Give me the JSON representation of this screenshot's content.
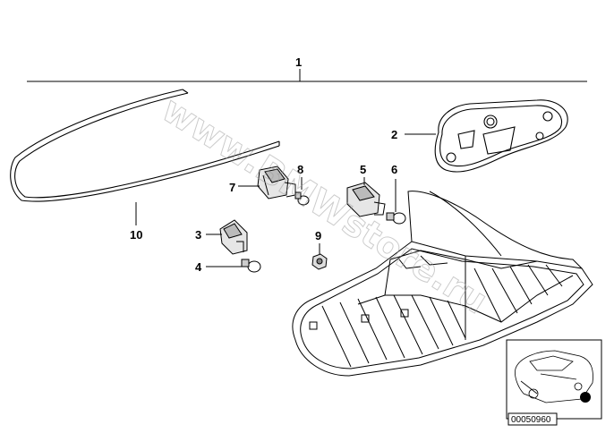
{
  "callouts": {
    "c1": "1",
    "c2": "2",
    "c3": "3",
    "c4": "4",
    "c5": "5",
    "c6": "6",
    "c7": "7",
    "c8": "8",
    "c9": "9",
    "c10": "10"
  },
  "watermark": "www.BMWstore.ru",
  "diagram_code": "00050960",
  "colors": {
    "line": "#000000",
    "watermark": "#9a9a9a",
    "background": "#ffffff"
  },
  "icons": {
    "car_thumbnail": "car-silhouette-icon"
  }
}
